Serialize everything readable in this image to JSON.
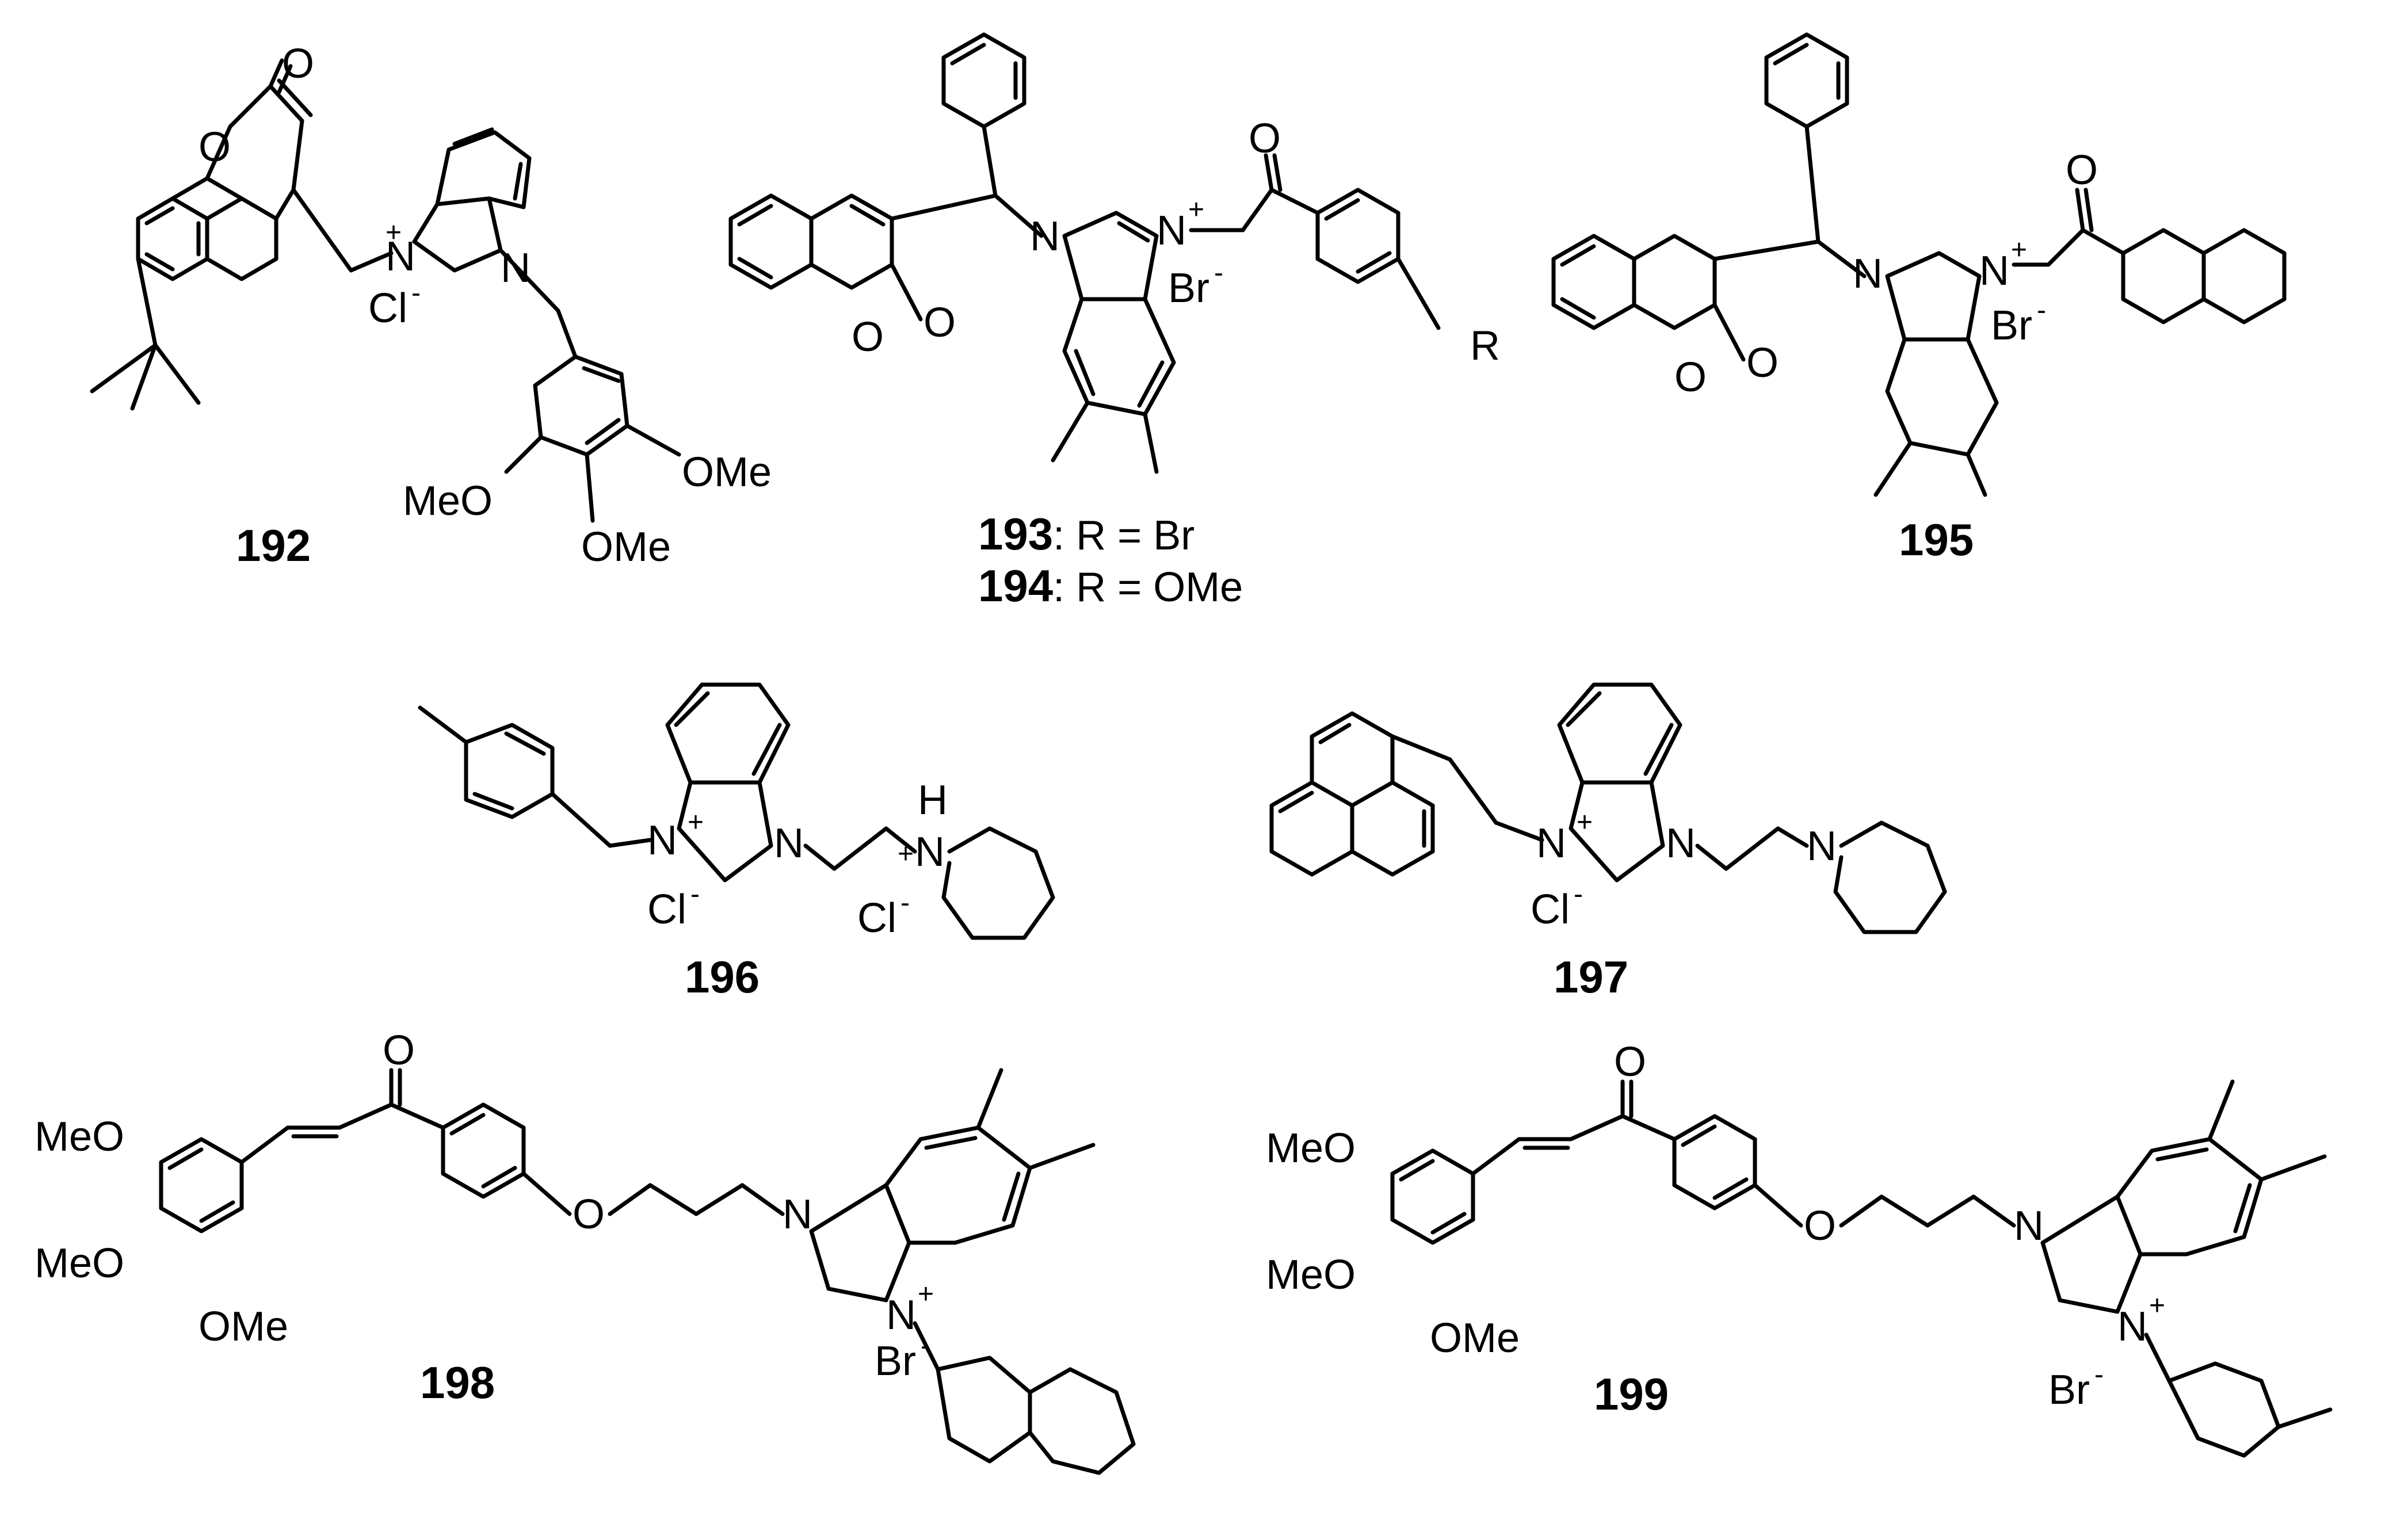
{
  "compounds": [
    {
      "number": "192",
      "ions": [
        "Cl",
        "-"
      ],
      "groups": [
        "MeO",
        "OMe",
        "OMe"
      ]
    },
    {
      "number": "193",
      "substituent_text": ": R = Br"
    },
    {
      "number": "194",
      "substituent_text": ": R = OMe"
    },
    {
      "number": "195",
      "ions": [
        "Br",
        "-"
      ]
    },
    {
      "number": "196",
      "ions": [
        "Cl",
        "-",
        "Cl",
        "-"
      ]
    },
    {
      "number": "197",
      "ions": [
        "Cl",
        "-"
      ]
    },
    {
      "number": "198",
      "ions": [
        "Br",
        "-"
      ],
      "groups": [
        "MeO",
        "MeO",
        "OMe"
      ]
    },
    {
      "number": "199",
      "ions": [
        "Br",
        "-"
      ],
      "groups": [
        "MeO",
        "MeO",
        "OMe"
      ]
    }
  ],
  "atoms": {
    "oxygen": "O",
    "nitrogen": "N",
    "hydrogen": "H",
    "r_group": "R",
    "plus": "+",
    "minus": "-",
    "chloride": "Cl",
    "bromide": "Br",
    "methoxy_left": "MeO",
    "methoxy_right": "OMe"
  }
}
